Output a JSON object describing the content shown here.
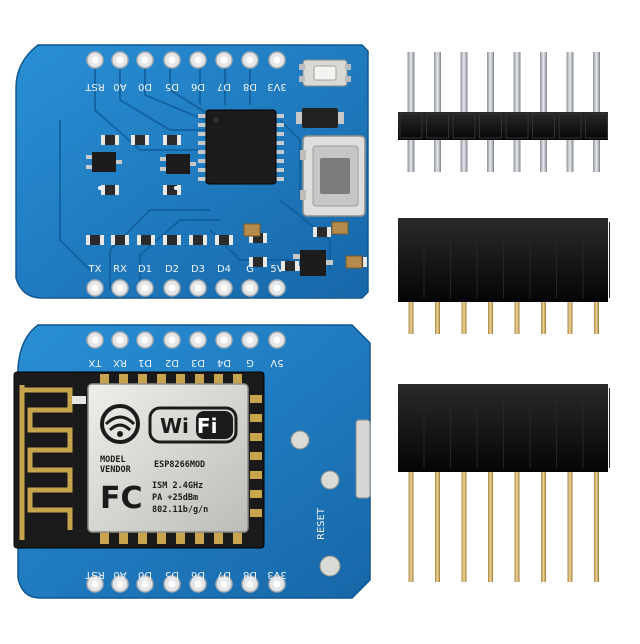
{
  "top_board": {
    "pins_top": [
      "RST",
      "A0",
      "D0",
      "D5",
      "D6",
      "D7",
      "D8",
      "3V3"
    ],
    "pins_bottom": [
      "TX",
      "RX",
      "D1",
      "D2",
      "D3",
      "D4",
      "G",
      "5V"
    ]
  },
  "bottom_board": {
    "pins_top": [
      "TX",
      "RX",
      "D1",
      "D2",
      "D3",
      "D4",
      "G",
      "5V"
    ],
    "pins_bottom": [
      "RST",
      "A0",
      "D0",
      "D5",
      "D6",
      "D7",
      "D8",
      "3V3"
    ],
    "reset_label": "RESET",
    "module": {
      "wifi_logo": "Wi Fi",
      "model_line1": "MODEL",
      "model_line2": "VENDOR",
      "model_name": "ESP8266MOD",
      "spec_1": "ISM 2.4GHz",
      "spec_2": "PA +25dBm",
      "spec_3": "802.11b/g/n",
      "fc_mark": "FC"
    }
  },
  "colors": {
    "pcb_blue": "#1f7fc4",
    "pcb_dark": "#15649f",
    "header_black": "#111111",
    "pin_gold": "#d4b46a",
    "pin_silver": "#c9cdd2",
    "shield_silver": "#d8d8d5"
  },
  "header_pin_count": 8
}
